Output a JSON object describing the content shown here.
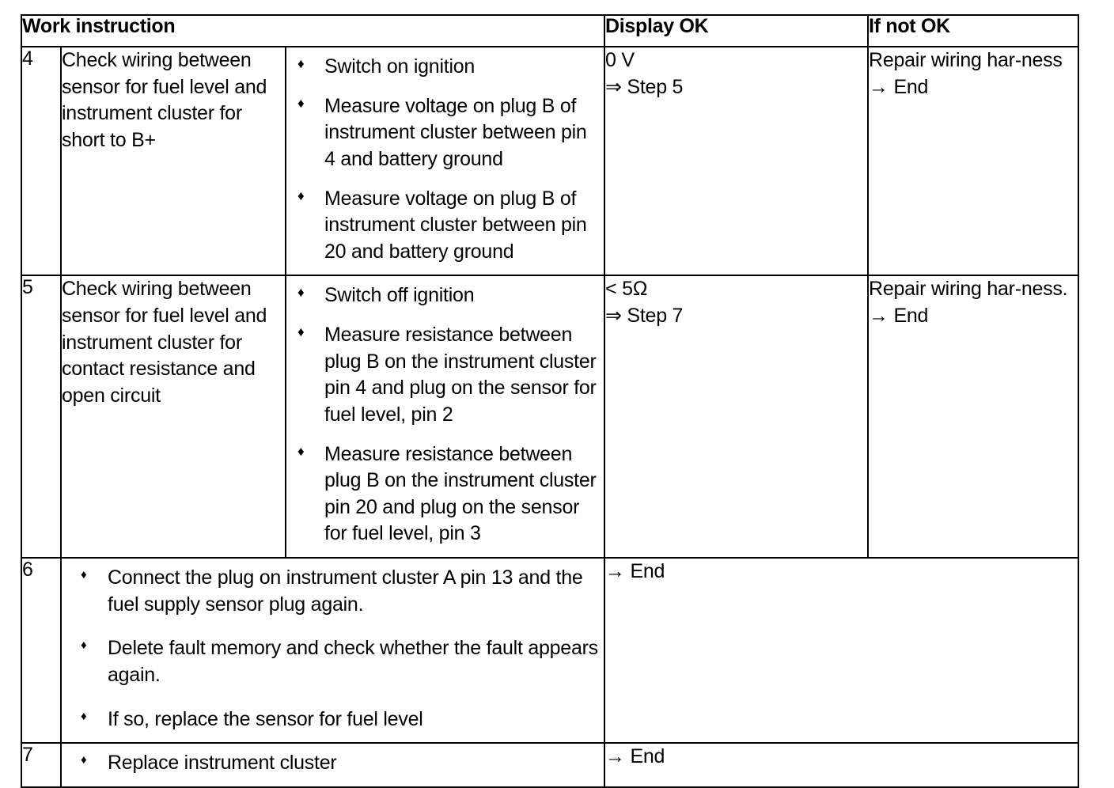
{
  "table": {
    "headers": {
      "work_instruction": "Work instruction",
      "display_ok": "Display OK",
      "if_not_ok": "If not OK"
    },
    "bullet_glyph": "♦",
    "rows": [
      {
        "step": "4",
        "instruction": "Check wiring between sensor for fuel level and instrument cluster for short to B+",
        "details": [
          "Switch on ignition",
          "Measure voltage on plug B of instrument cluster between pin 4 and battery ground",
          "Measure voltage on plug B of instrument cluster between pin 20 and battery ground"
        ],
        "display_ok_value": "0 V",
        "display_ok_next": "⇒ Step 5",
        "if_not_ok_text": "Repair wiring har-ness",
        "if_not_ok_next": "→ End"
      },
      {
        "step": "5",
        "instruction": "Check wiring between sensor for fuel level and instrument cluster for contact resistance and open circuit",
        "details": [
          "Switch off ignition",
          "Measure resistance between plug B on the instrument cluster pin 4 and plug on the sensor for fuel level, pin 2",
          "Measure resistance between plug B on the instrument cluster pin 20 and plug on the sensor for fuel level, pin 3"
        ],
        "display_ok_value": "< 5Ω",
        "display_ok_next": "⇒ Step 7",
        "if_not_ok_text": "Repair wiring har-ness.",
        "if_not_ok_next": "→ End"
      },
      {
        "step": "6",
        "instruction": "",
        "details": [
          "Connect the plug on instrument cluster A pin 13 and the fuel supply sensor plug again.",
          "Delete fault memory and check whether the fault appears again.",
          "If so, replace the sensor for fuel level"
        ],
        "display_ok_value": "",
        "display_ok_next": "→ End",
        "if_not_ok_text": "",
        "if_not_ok_next": ""
      },
      {
        "step": "7",
        "instruction": "",
        "details": [
          "Replace instrument cluster"
        ],
        "display_ok_value": "",
        "display_ok_next": "→ End",
        "if_not_ok_text": "",
        "if_not_ok_next": ""
      }
    ]
  }
}
